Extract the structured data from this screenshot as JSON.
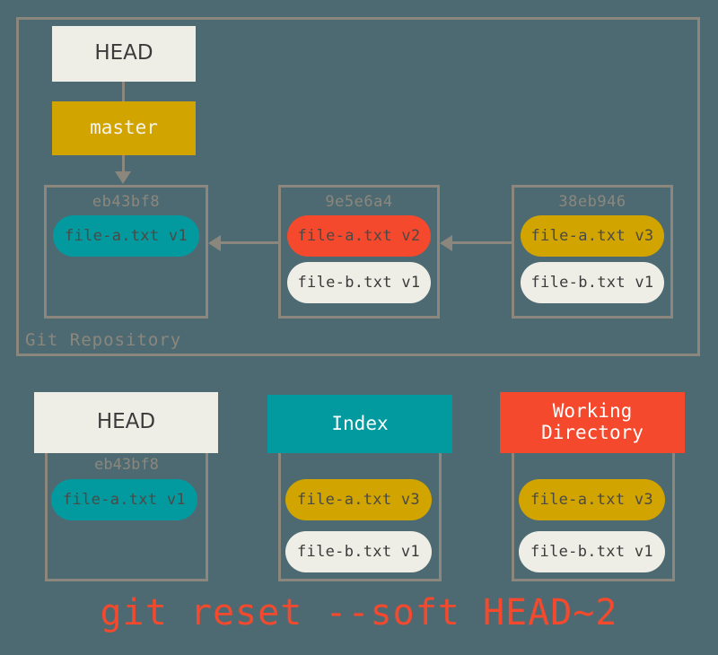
{
  "diagram": {
    "background_color": "#4d6a73",
    "frame_color": "#8c877c",
    "repository": {
      "label": "Git Repository",
      "head_label": "HEAD",
      "branch_label": "master",
      "commits": [
        {
          "hash": "eb43bf8",
          "files": [
            {
              "name": "file-a.txt v1",
              "color": "#029a9f",
              "style": "teal"
            }
          ]
        },
        {
          "hash": "9e5e6a4",
          "files": [
            {
              "name": "file-a.txt v2",
              "color": "#f4492c",
              "style": "red"
            },
            {
              "name": "file-b.txt v1",
              "color": "#efeee6",
              "style": "cream"
            }
          ]
        },
        {
          "hash": "38eb946",
          "files": [
            {
              "name": "file-a.txt v3",
              "color": "#d1a400",
              "style": "gold"
            },
            {
              "name": "file-b.txt v1",
              "color": "#efeee6",
              "style": "cream"
            }
          ]
        }
      ]
    },
    "areas": [
      {
        "title": "HEAD",
        "header_color": "#efeee6",
        "hash": "eb43bf8",
        "files": [
          {
            "name": "file-a.txt v1",
            "color": "#029a9f",
            "style": "teal"
          }
        ]
      },
      {
        "title": "Index",
        "header_color": "#029a9f",
        "hash": "",
        "files": [
          {
            "name": "file-a.txt v3",
            "color": "#d1a400",
            "style": "gold"
          },
          {
            "name": "file-b.txt v1",
            "color": "#efeee6",
            "style": "cream"
          }
        ]
      },
      {
        "title": "Working\nDirectory",
        "header_color": "#f4492c",
        "hash": "",
        "files": [
          {
            "name": "file-a.txt v3",
            "color": "#d1a400",
            "style": "gold"
          },
          {
            "name": "file-b.txt v1",
            "color": "#efeee6",
            "style": "cream"
          }
        ]
      }
    ],
    "caption": "git reset --soft HEAD~2",
    "caption_color": "#f4492c"
  }
}
